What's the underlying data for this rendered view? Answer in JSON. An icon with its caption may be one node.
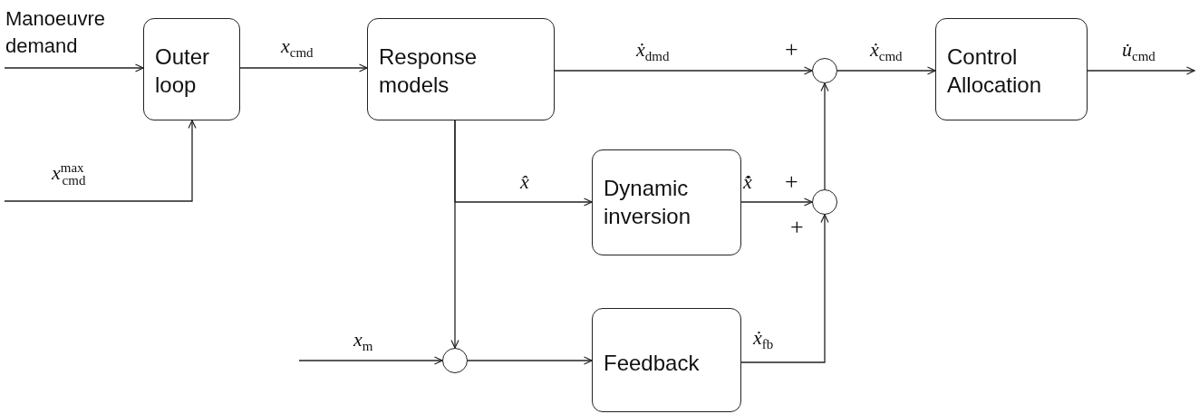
{
  "diagram": {
    "nodes": [
      {
        "text": [
          "Outer loop"
        ]
      },
      {
        "text": [
          "Response models"
        ]
      },
      {
        "text": [],
        "shape": "circle"
      },
      {
        "text": [
          "Control Allocation"
        ]
      },
      {
        "text": [
          "Dynamic inversion"
        ]
      },
      {
        "text": [],
        "shape": "circle"
      },
      {
        "text": [],
        "shape": "circle"
      },
      {
        "text": [
          "Feedback"
        ]
      }
    ],
    "edges": [
      {
        "from": null,
        "to": 0,
        "arrow": "to",
        "label": "Manoeuvre demand"
      },
      {
        "from": null,
        "to": 0,
        "arrow": "to",
        "label": "*x*$^{max}$$_{cmd}$"
      },
      {
        "from": 0,
        "to": 1,
        "arrow": "to",
        "label": "*x*$_{cmd}$"
      },
      {
        "from": 1,
        "to": 2,
        "arrow": "to",
        "label": "*ẋ*$_{dmd}$"
      },
      {
        "from": 2,
        "to": 3,
        "arrow": "to",
        "label": "*ẋ*$_{cmd}$"
      },
      {
        "from": 3,
        "to": null,
        "arrow": "to",
        "label": "*u̇*$_{cmd}$"
      },
      {
        "from": 1,
        "to": 4,
        "arrow": "to",
        "label": "*x̂*"
      },
      {
        "from": 1,
        "to": 6,
        "arrow": "to"
      },
      {
        "from": 4,
        "to": 5,
        "arrow": "to",
        "label": "*x̂̇*"
      },
      {
        "from": 5,
        "to": 2,
        "arrow": "to"
      },
      {
        "from": 7,
        "to": 5,
        "arrow": "to",
        "label": "*ẋ*$_{fb}$"
      },
      {
        "from": null,
        "to": 6,
        "arrow": "to",
        "label": "*x*$_{m}$"
      },
      {
        "from": 6,
        "to": 7,
        "arrow": "to"
      }
    ],
    "labels": [
      "+",
      "+",
      "+"
    ]
  }
}
